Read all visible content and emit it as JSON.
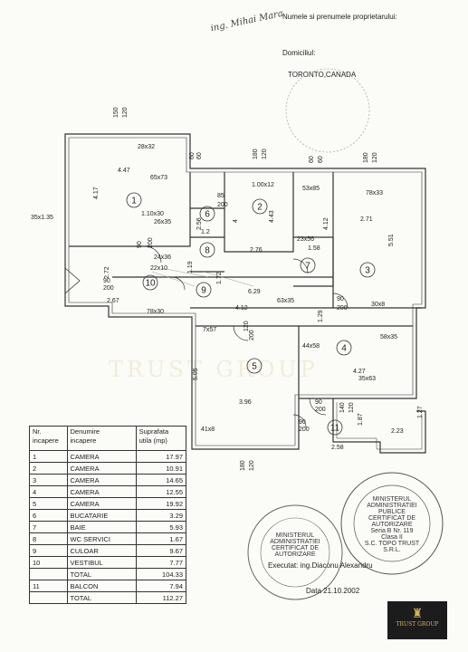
{
  "header": {
    "owner_label": "Numele si prenumele proprietarului:",
    "domicile_label": "Domiciliul:",
    "address": "TORONTO,CANADA",
    "handwritten_name": "ing. Mihai Mara"
  },
  "rooms": [
    {
      "nr": "1",
      "name": "CAMERA",
      "area": "17.97"
    },
    {
      "nr": "2",
      "name": "CAMERA",
      "area": "10.91"
    },
    {
      "nr": "3",
      "name": "CAMERA",
      "area": "14.65"
    },
    {
      "nr": "4",
      "name": "CAMERA",
      "area": "12.55"
    },
    {
      "nr": "5",
      "name": "CAMERA",
      "area": "19.92"
    },
    {
      "nr": "6",
      "name": "BUCATARIE",
      "area": "3.29"
    },
    {
      "nr": "7",
      "name": "BAIE",
      "area": "5.93"
    },
    {
      "nr": "8",
      "name": "WC SERVICI",
      "area": "1.67"
    },
    {
      "nr": "9",
      "name": "CULOAR",
      "area": "9.67"
    },
    {
      "nr": "10",
      "name": "VESTIBUL",
      "area": "7.77"
    }
  ],
  "table_headers": {
    "nr": "Nr.\nincapere",
    "name": "Denumire\nincapere",
    "area": "Suprafata\nutila (mp)"
  },
  "total_label": "TOTAL",
  "subtotal": "104.33",
  "balcony": {
    "nr": "11",
    "name": "BALCON",
    "area": "7.94"
  },
  "grand_total": "112.27",
  "plan_labels": {
    "room_numbers": [
      "1",
      "2",
      "3",
      "4",
      "5",
      "6",
      "7",
      "8",
      "9",
      "10",
      "11"
    ],
    "dims": [
      "150",
      "120",
      "28x32",
      "4.47",
      "65x73",
      "4.17",
      "1.10x30",
      "26x35",
      "35x1.35",
      "90",
      "200",
      "24x36",
      "22x10",
      "90",
      "200",
      "2.72",
      "2.67",
      "78x30",
      "60",
      "60",
      "85",
      "200",
      "2.56",
      "1.2",
      "1.19",
      "180",
      "120",
      "1.00x12",
      "4",
      "4.43",
      "2.76",
      "60",
      "60",
      "53x85",
      "23x56",
      "1.58",
      "4.12",
      "180",
      "120",
      "78x33",
      "2.71",
      "5.51",
      "30x8",
      "90",
      "200",
      "6.29",
      "63x35",
      "4.12",
      "1.72",
      "1.29",
      "7x57",
      "120",
      "200",
      "44x58",
      "58x35",
      "4.27",
      "35x63",
      "90",
      "200",
      "5.05",
      "3.96",
      "41x8",
      "90",
      "200",
      "140",
      "120",
      "1.87",
      "2.23",
      "1.27",
      "2.58",
      "180",
      "120"
    ]
  },
  "footer": {
    "executed": "Executat: ing.Diaconu Alexandru",
    "date": "Data 21.10.2002"
  },
  "stamps": {
    "right_text": [
      "MINISTERUL ADMINISTRATIEI PUBLICE",
      "CERTIFICAT DE AUTORIZARE",
      "Seria B Nr. 119",
      "Clasa II",
      "S.C. TOPO TRUST S.R.L."
    ],
    "left_text": [
      "MINISTERUL ADMINISTRATIEI",
      "CERTIFICAT DE AUTORIZARE"
    ]
  },
  "logo": {
    "text": "TRUST GROUP"
  },
  "watermark": "TRUST GROUP",
  "colors": {
    "line": "#333333",
    "hatch": "#999999",
    "logo_bg": "#1c1c1c",
    "logo_gold": "#d4b15a"
  }
}
